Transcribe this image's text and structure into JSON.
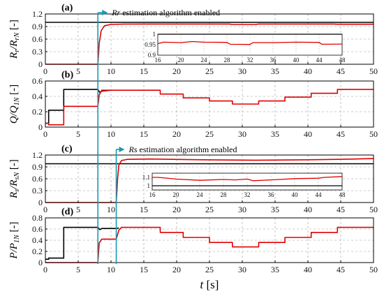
{
  "chart_data": [
    {
      "panel": "(a)",
      "type": "line",
      "ylabel": "Rr/RrN [-]",
      "xlim": [
        0,
        50
      ],
      "ylim": [
        0,
        1.2
      ],
      "yticks": [
        0,
        0.3,
        0.6,
        0.9,
        1.2
      ],
      "xticks": [
        0,
        5,
        10,
        15,
        20,
        25,
        30,
        35,
        40,
        45,
        50
      ],
      "annotation": "Rr estimation algorithm enabled",
      "series": [
        {
          "color": "#000000",
          "x": [
            0,
            50
          ],
          "y": [
            1.0,
            1.0
          ]
        },
        {
          "color": "#e00000",
          "x": [
            0,
            8,
            8.2,
            8.5,
            9,
            10,
            12,
            16,
            28,
            28.5,
            32,
            32.5,
            44,
            44.5,
            50
          ],
          "y": [
            0,
            0,
            0.5,
            0.8,
            0.92,
            0.95,
            0.958,
            0.96,
            0.96,
            0.95,
            0.95,
            0.96,
            0.96,
            0.955,
            0.955
          ]
        }
      ],
      "inset": {
        "xlim": [
          16,
          48
        ],
        "ylim": [
          0.9,
          1.0
        ],
        "xticks": [
          16,
          20,
          24,
          28,
          32,
          36,
          40,
          44,
          48
        ],
        "yticks": [
          0.9,
          0.95,
          1
        ],
        "series": [
          {
            "color": "#000000",
            "x": [
              16,
              48
            ],
            "y": [
              1.0,
              1.0
            ]
          },
          {
            "color": "#e00000",
            "x": [
              16,
              17,
              20,
              22,
              24,
              28,
              28.6,
              32,
              32.5,
              36,
              40,
              44,
              44.5,
              48
            ],
            "y": [
              0.955,
              0.962,
              0.96,
              0.965,
              0.962,
              0.961,
              0.952,
              0.951,
              0.96,
              0.96,
              0.962,
              0.961,
              0.952,
              0.953
            ]
          }
        ]
      }
    },
    {
      "panel": "(b)",
      "type": "line",
      "ylabel": "Q/Q1N [-]",
      "xlim": [
        0,
        50
      ],
      "ylim": [
        0,
        0.6
      ],
      "yticks": [
        0,
        0.2,
        0.4,
        0.6
      ],
      "xticks": [
        0,
        5,
        10,
        15,
        20,
        25,
        30,
        35,
        40,
        45,
        50
      ],
      "series": [
        {
          "color": "#000000",
          "x": [
            0,
            0.5,
            0.5,
            2.8,
            2.8,
            8,
            8.3,
            8.6,
            10
          ],
          "y": [
            0.05,
            0.05,
            0.22,
            0.22,
            0.49,
            0.49,
            0.45,
            0.47,
            0.48
          ]
        },
        {
          "color": "#e00000",
          "x": [
            0,
            0.5,
            0.5,
            2.8,
            2.8,
            8,
            8.2,
            8.6,
            17.5,
            17.5,
            21,
            21,
            25,
            25,
            28.5,
            28.5,
            32.5,
            32.5,
            36.5,
            36.5,
            40.5,
            40.5,
            44.5,
            44.5,
            50
          ],
          "y": [
            0.05,
            0.05,
            0.03,
            0.03,
            0.27,
            0.27,
            0.42,
            0.48,
            0.48,
            0.43,
            0.43,
            0.38,
            0.38,
            0.34,
            0.34,
            0.3,
            0.3,
            0.34,
            0.34,
            0.39,
            0.39,
            0.44,
            0.44,
            0.49,
            0.49
          ]
        }
      ]
    },
    {
      "panel": "(c)",
      "type": "line",
      "ylabel": "Rs/RsN [-]",
      "xlim": [
        0,
        50
      ],
      "ylim": [
        0,
        1.2
      ],
      "yticks": [
        0,
        0.3,
        0.6,
        0.9,
        1.2
      ],
      "xticks": [
        0,
        5,
        10,
        15,
        20,
        25,
        30,
        35,
        40,
        45,
        50
      ],
      "annotation": "Rs estimation algorithm enabled",
      "series": [
        {
          "color": "#000000",
          "x": [
            0,
            50
          ],
          "y": [
            0.98,
            0.98
          ]
        },
        {
          "color": "#e00000",
          "x": [
            0,
            10.8,
            11,
            11.2,
            11.6,
            12.5,
            16,
            24,
            32,
            40,
            44.5,
            50
          ],
          "y": [
            0,
            0,
            0.6,
            0.95,
            1.06,
            1.09,
            1.1,
            1.08,
            1.07,
            1.08,
            1.09,
            1.11
          ]
        }
      ],
      "inset": {
        "xlim": [
          16,
          48
        ],
        "ylim": [
          0.95,
          1.15
        ],
        "xticks": [
          16,
          20,
          24,
          28,
          32,
          36,
          40,
          44,
          48
        ],
        "yticks": [
          1,
          1.1
        ],
        "series": [
          {
            "color": "#000000",
            "x": [
              16,
              48
            ],
            "y": [
              1.0,
              1.0
            ]
          },
          {
            "color": "#e00000",
            "x": [
              16,
              17,
              20,
              24,
              28,
              30,
              32,
              33,
              36,
              40,
              44,
              45,
              48
            ],
            "y": [
              1.1,
              1.1,
              1.08,
              1.065,
              1.075,
              1.07,
              1.08,
              1.06,
              1.07,
              1.085,
              1.09,
              1.1,
              1.11
            ]
          }
        ]
      }
    },
    {
      "panel": "(d)",
      "type": "line",
      "ylabel": "P/P1N [-]",
      "xlim": [
        0,
        50
      ],
      "ylim": [
        0,
        0.8
      ],
      "yticks": [
        0,
        0.2,
        0.4,
        0.6,
        0.8
      ],
      "xticks": [
        0,
        5,
        10,
        15,
        20,
        25,
        30,
        35,
        40,
        45,
        50
      ],
      "series": [
        {
          "color": "#000000",
          "x": [
            0,
            0.5,
            0.5,
            2.8,
            2.8,
            8,
            8.3,
            8.6,
            10.8,
            11.2
          ],
          "y": [
            0.06,
            0.06,
            0.08,
            0.08,
            0.63,
            0.63,
            0.59,
            0.61,
            0.61,
            0.62
          ]
        },
        {
          "color": "#e00000",
          "x": [
            0,
            8,
            8.2,
            8.6,
            10.8,
            11.2,
            11.6,
            17.5,
            17.5,
            21,
            21,
            25,
            25,
            28.5,
            28.5,
            32.5,
            32.5,
            36.5,
            36.5,
            40.5,
            40.5,
            44.5,
            44.5,
            50
          ],
          "y": [
            0,
            0,
            0.35,
            0.42,
            0.42,
            0.58,
            0.63,
            0.63,
            0.54,
            0.54,
            0.45,
            0.45,
            0.36,
            0.36,
            0.28,
            0.28,
            0.36,
            0.36,
            0.45,
            0.45,
            0.54,
            0.54,
            0.63,
            0.63
          ]
        }
      ]
    }
  ],
  "xlabel": "t [s]",
  "accent_color": "#1a9ab0"
}
